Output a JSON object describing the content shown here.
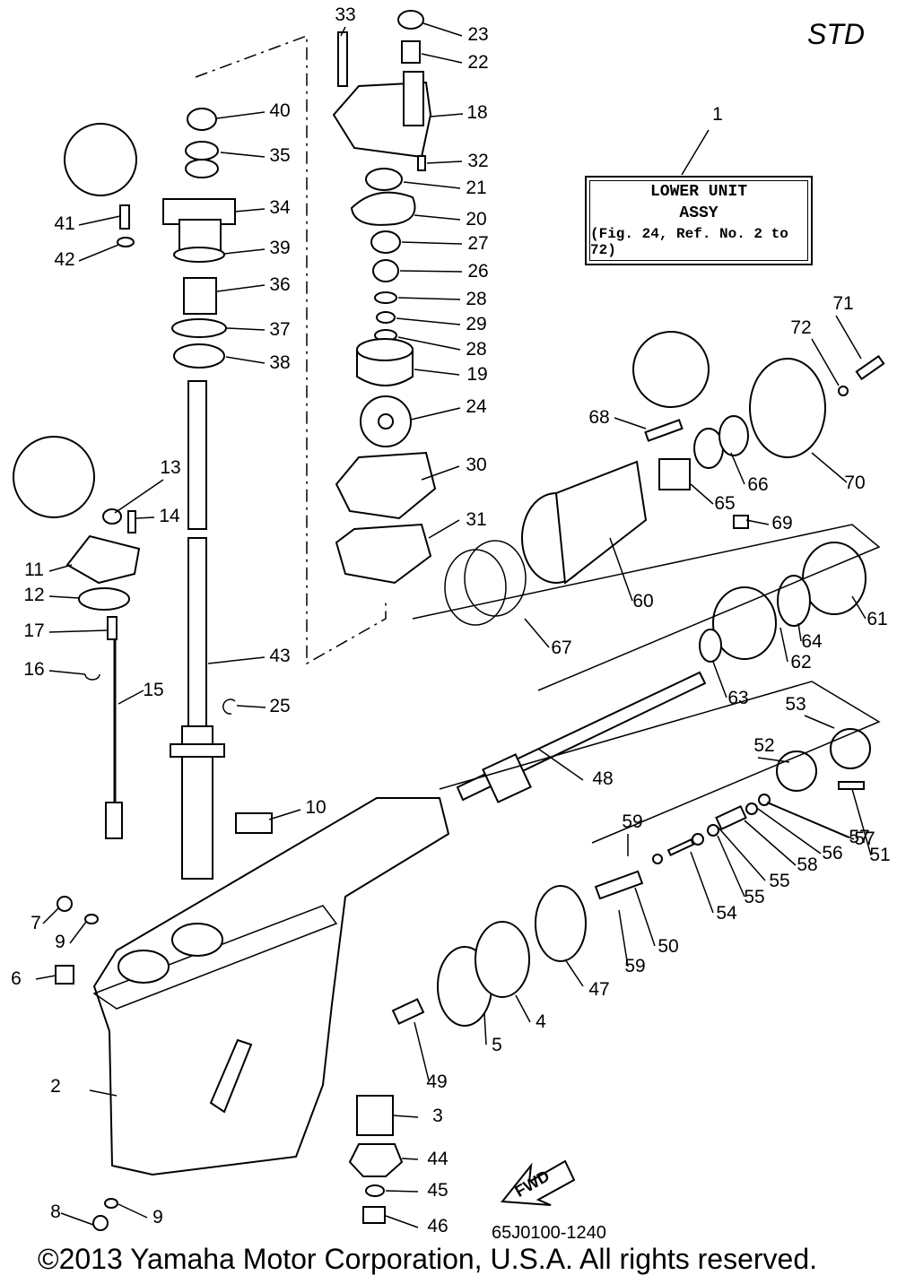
{
  "variant_label": "STD",
  "callout_box": {
    "line1": "LOWER UNIT",
    "line2": "ASSY",
    "line3": "(Fig. 24, Ref. No. 2 to 72)"
  },
  "drawing_number": "65J0100-1240",
  "copyright": "©2013 Yamaha Motor Corporation, U.S.A. All rights reserved.",
  "direction_label": "FWD",
  "part_numbers": [
    "1",
    "2",
    "3",
    "4",
    "5",
    "6",
    "7",
    "8",
    "9",
    "9",
    "10",
    "11",
    "12",
    "13",
    "14",
    "15",
    "16",
    "17",
    "18",
    "19",
    "20",
    "21",
    "22",
    "23",
    "24",
    "25",
    "26",
    "27",
    "28",
    "28",
    "29",
    "30",
    "31",
    "32",
    "33",
    "34",
    "35",
    "36",
    "37",
    "38",
    "39",
    "40",
    "41",
    "42",
    "43",
    "44",
    "45",
    "46",
    "47",
    "48",
    "49",
    "50",
    "51",
    "52",
    "53",
    "54",
    "55",
    "55",
    "56",
    "57",
    "57",
    "58",
    "59",
    "59",
    "60",
    "61",
    "62",
    "63",
    "64",
    "65",
    "66",
    "67",
    "68",
    "69",
    "70",
    "71",
    "72"
  ]
}
